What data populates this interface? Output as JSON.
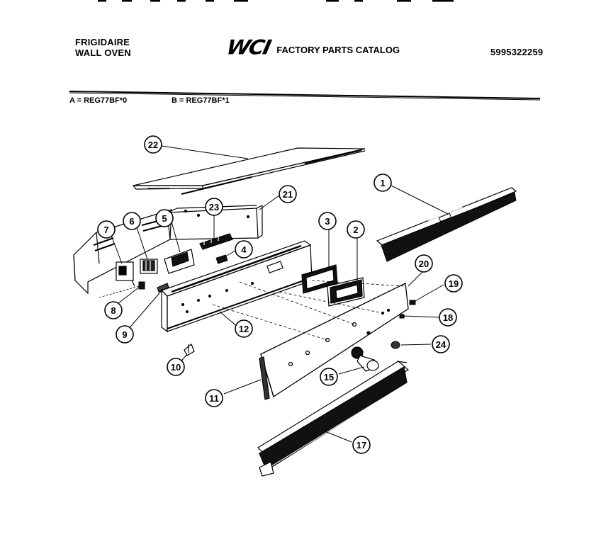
{
  "header": {
    "brand_line1": "FRIGIDAIRE",
    "brand_line2": "WALL OVEN",
    "logo": "WCI",
    "catalog_title": "FACTORY PARTS CATALOG",
    "doc_number": "5995322259"
  },
  "variants": {
    "a": "A = REG77BF*0",
    "b": "B = REG77BF*1"
  },
  "callouts": {
    "c22": "22",
    "c21": "21",
    "c1": "1",
    "c23": "23",
    "c5": "5",
    "c6": "6",
    "c7": "7",
    "c4": "4",
    "c3": "3",
    "c2": "2",
    "c20": "20",
    "c19": "19",
    "c18": "18",
    "c8": "8",
    "c9": "9",
    "c12": "12",
    "c24": "24",
    "c10": "10",
    "c15": "15",
    "c11": "11",
    "c17": "17"
  }
}
